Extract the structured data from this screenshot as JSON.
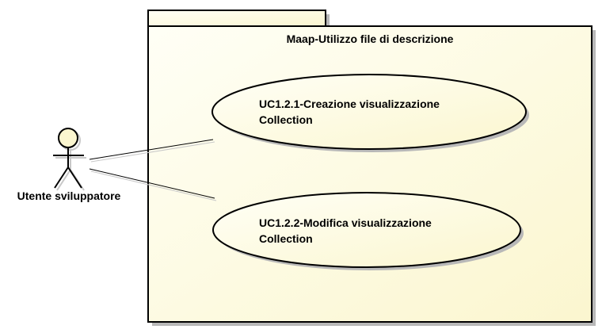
{
  "package": {
    "title": "Maap-Utilizzo file di descrizione",
    "fill_light": "#fffff6",
    "fill_dark": "#fbf6cf",
    "border": "#000000"
  },
  "actor": {
    "name": "Utente sviluppatore",
    "head_fill": "#fbf6cf"
  },
  "use_cases": [
    {
      "line1": "UC1.2.1-Creazione visualizzazione",
      "line2": "Collection"
    },
    {
      "line1": "UC1.2.2-Modifica visualizzazione",
      "line2": "Collection"
    }
  ],
  "colors": {
    "ellipse_fill": "#fffff6",
    "shadow": "#b8b8b8",
    "association": "#000000"
  }
}
